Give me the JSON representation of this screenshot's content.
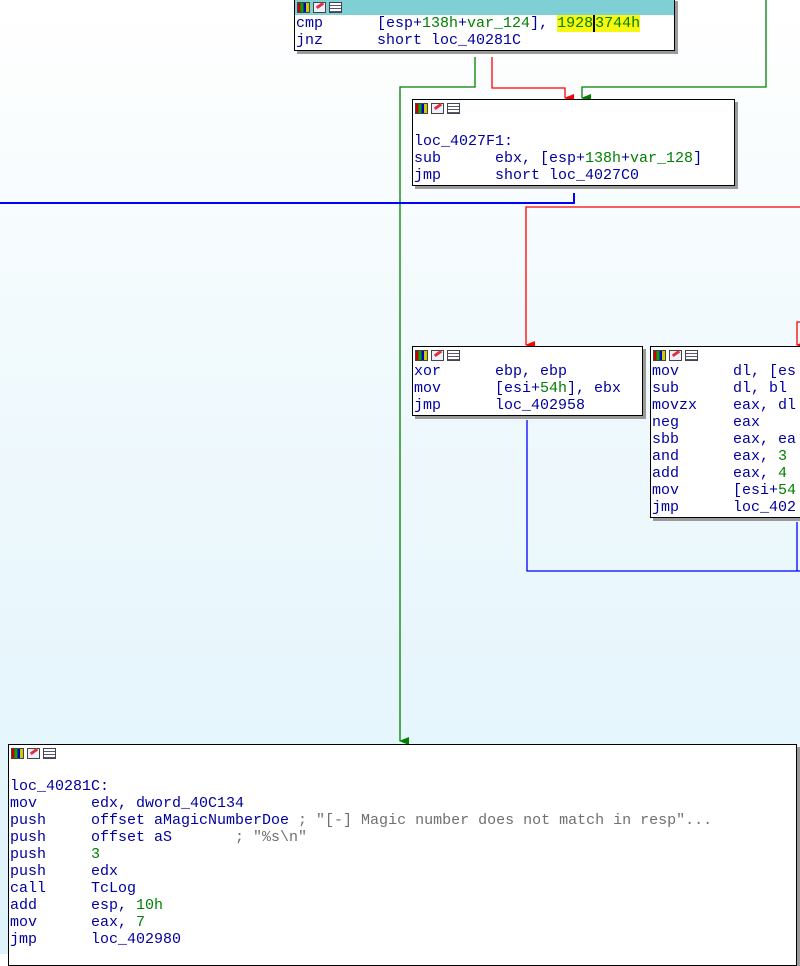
{
  "colors": {
    "true_edge": "#008000",
    "false_edge": "#ff0000",
    "jump_edge": "#0000ff",
    "header_active": "#7fd0d4",
    "highlight": "#f7f712"
  },
  "blocks": {
    "b1": {
      "lines": [
        {
          "mn": "cmp",
          "a": "[esp+",
          "b": "138h",
          "c": "+",
          "d": "var_124",
          "e": "], ",
          "imm": "1928",
          "cursor": "3",
          "imm2": "744h"
        },
        {
          "mn": "jnz",
          "op": "short loc_40281C"
        }
      ]
    },
    "b2": {
      "label": "loc_4027F1:",
      "l1": {
        "mn": "sub",
        "p1": "ebx, [esp+",
        "p2": "138h",
        "p3": "+",
        "p4": "var_128",
        "p5": "]"
      },
      "l2": {
        "mn": "jmp",
        "op": "short loc_4027C0"
      }
    },
    "b3": {
      "l1": {
        "mn": "xor",
        "op": "ebp, ebp"
      },
      "l2": {
        "mn": "mov",
        "p1": "[esi+",
        "p2": "54h",
        "p3": "], ebx"
      },
      "l3": {
        "mn": "jmp",
        "op": "loc_402958"
      }
    },
    "b4": {
      "lines": [
        {
          "mn": "mov",
          "op": "dl, [es"
        },
        {
          "mn": "sub",
          "op": "dl, bl"
        },
        {
          "mn": "movzx",
          "op": "eax, dl"
        },
        {
          "mn": "neg",
          "op": "eax"
        },
        {
          "mn": "sbb",
          "op": "eax, ea"
        },
        {
          "mn": "and",
          "op": "eax, ",
          "num": "3"
        },
        {
          "mn": "add",
          "op": "eax, ",
          "num": "4"
        },
        {
          "mn": "mov",
          "op": "[esi+",
          "num": "54"
        },
        {
          "mn": "jmp",
          "op": "loc_402"
        }
      ]
    },
    "b5": {
      "label": "loc_40281C:",
      "l1": {
        "mn": "mov",
        "op": "edx, dword_40C134"
      },
      "l2": {
        "mn": "push",
        "op": "offset aMagicNumberDoe",
        "cm": " ; \"[-] Magic number does not match in resp\"..."
      },
      "l3": {
        "mn": "push",
        "op": "offset aS",
        "cm": "       ; \"%s\\n\""
      },
      "l4": {
        "mn": "push",
        "num": "3"
      },
      "l5": {
        "mn": "push",
        "op": "edx"
      },
      "l6": {
        "mn": "call",
        "op": "TcLog"
      },
      "l7": {
        "mn": "add",
        "op": "esp, ",
        "num": "10h"
      },
      "l8": {
        "mn": "mov",
        "op": "eax, ",
        "num": "7"
      },
      "l9": {
        "mn": "jmp",
        "op": "loc_402980"
      }
    }
  }
}
